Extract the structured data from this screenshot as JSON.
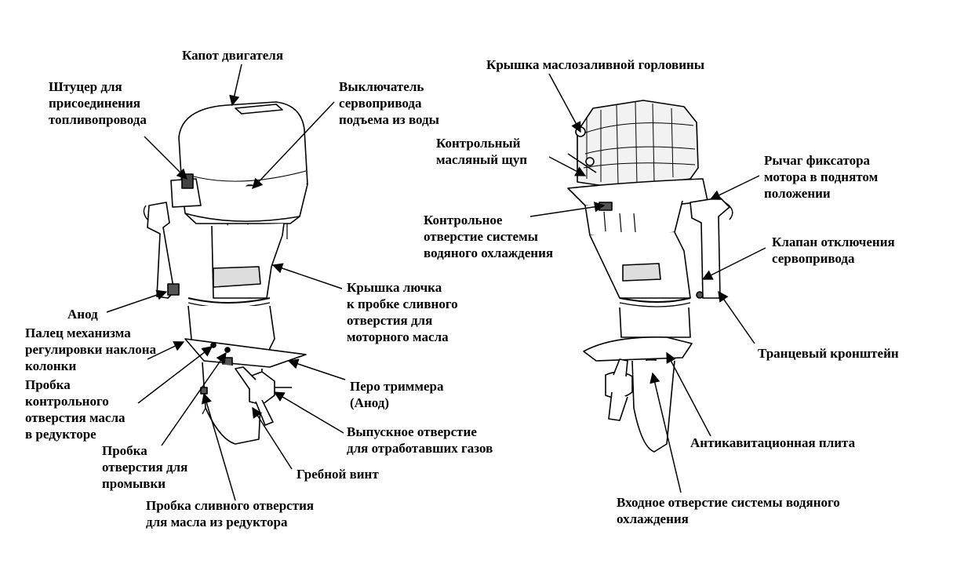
{
  "labels": {
    "left": {
      "hood": "Капот двигателя",
      "fuel_fitting": "Штуцер для\nприсоединения\nтопливопровода",
      "tilt_switch": "Выключатель\nсервопривода\nподъема из воды",
      "anode": "Анод",
      "trim_pin": "Палец механизма\nрегулировки наклона\nколонки",
      "oil_check_plug": "Пробка\nконтрольного\nотверстия масла\nв редукторе",
      "flush_plug": "Пробка\nотверстия для\nпромывки",
      "gear_drain_plug": "Пробка сливного отверстия\nдля масла из редуктора",
      "oil_drain_cover": "Крышка лючка\nк пробке сливного\nотверстия для\nмоторного масла",
      "trim_tab": "Перо триммера\n(Анод)",
      "exhaust": "Выпускное отверстие\nдля отработавших газов",
      "propeller": "Гребной винт"
    },
    "right": {
      "oil_filler_cap": "Крышка маслозаливной горловины",
      "dipstick": "Контрольный\nмасляный щуп",
      "tilt_lock": "Рычаг фиксатора\nмотора в поднятом\nположении",
      "cooling_check_hole": "Контрольное\nотверстие системы\nводяного охлаждения",
      "power_tilt_valve": "Клапан отключения\nсервопривода",
      "transom_bracket": "Транцевый кронштейн",
      "anticavitation_plate": "Антикавитационная плита",
      "water_intake": "Входное отверстие системы водяного\nохлаждения"
    }
  }
}
